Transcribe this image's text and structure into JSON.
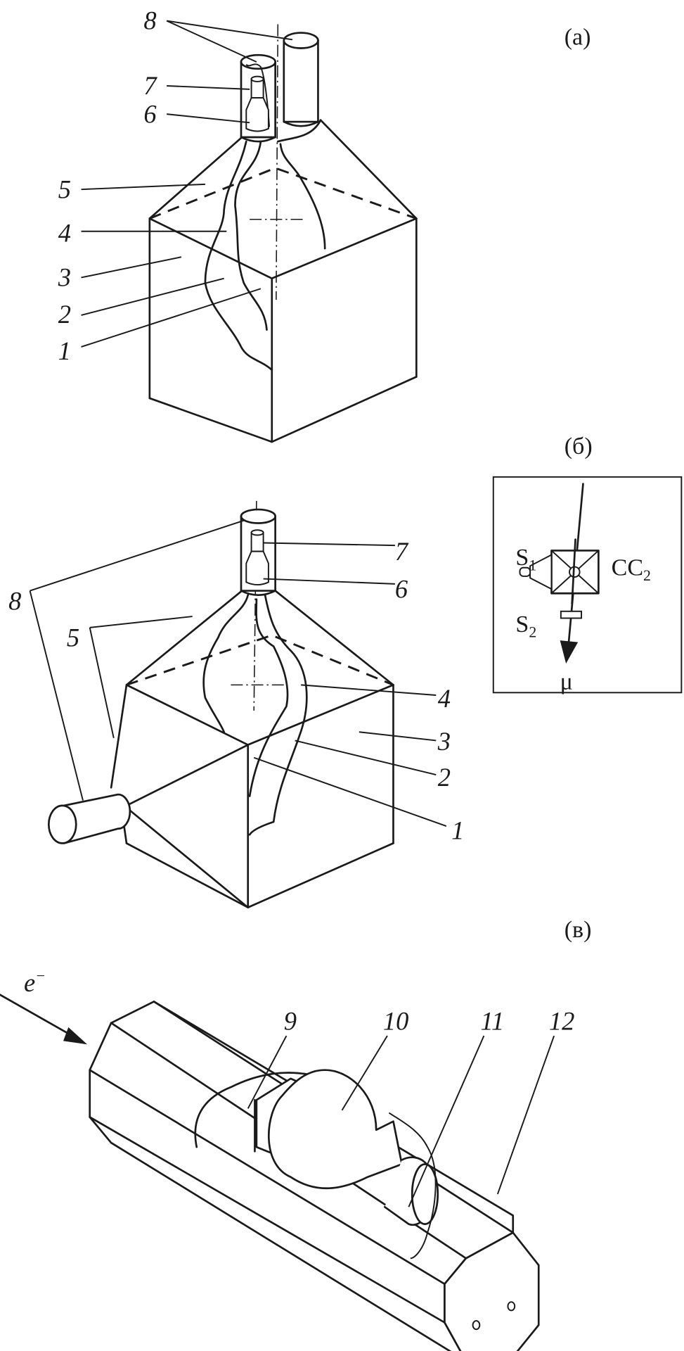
{
  "panel_a": {
    "caption": "(a)",
    "labels": {
      "l8": "8",
      "l7": "7",
      "l6": "6",
      "l5": "5",
      "l4": "4",
      "l3": "3",
      "l2": "2",
      "l1": "1"
    }
  },
  "panel_b": {
    "caption": "(б)",
    "s1": "S",
    "s1_sub": "1",
    "s2": "S",
    "s2_sub": "2",
    "cc": "CC",
    "cc_sub": "2",
    "mu": "μ"
  },
  "panel_middle": {
    "labels": {
      "l8": "8",
      "l5": "5",
      "l7": "7",
      "l6": "6",
      "l4": "4",
      "l3": "3",
      "l2": "2",
      "l1": "1"
    }
  },
  "panel_c": {
    "caption": "(в)",
    "electron": "e",
    "electron_sup": "−",
    "labels": {
      "l9": "9",
      "l10": "10",
      "l11": "11",
      "l12": "12"
    }
  }
}
